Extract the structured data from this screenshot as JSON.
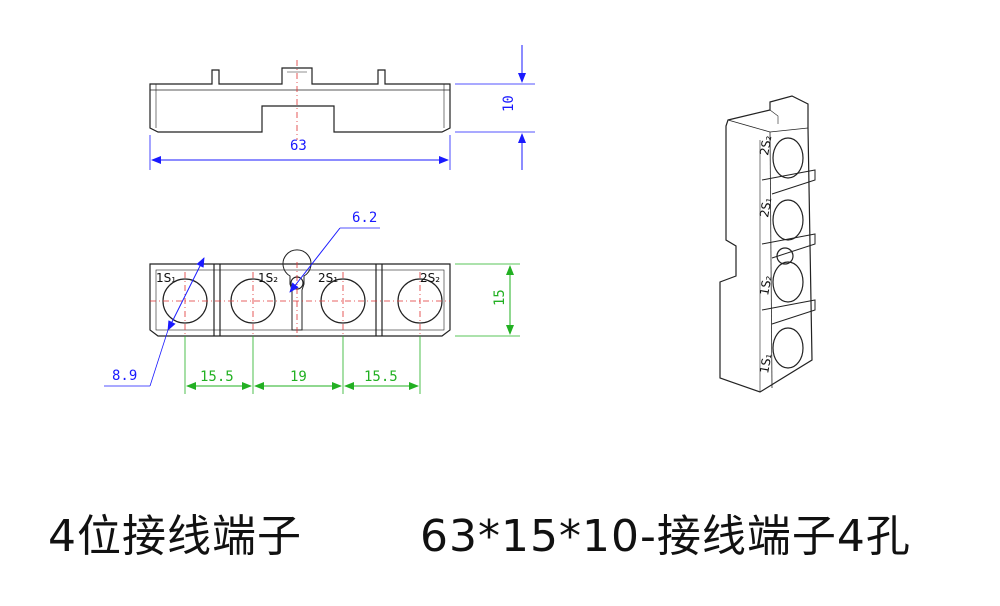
{
  "top_view": {
    "length_dim": "63",
    "height_dim": "10"
  },
  "front_view": {
    "hole_dia_dim": "8.9",
    "center_hole_dim": "6.2",
    "height_dim": "15",
    "spacing_dims": [
      "15.5",
      "19",
      "15.5"
    ],
    "terminal_labels": [
      "1S₁",
      "1S₂",
      "2S₁",
      "2S₂"
    ]
  },
  "iso_view": {
    "labels": [
      "2S₂",
      "2S₁",
      "1S₂",
      "1S₁"
    ]
  },
  "captions": {
    "left": "4位接线端子",
    "right": "63*15*10-接线端子4孔"
  }
}
